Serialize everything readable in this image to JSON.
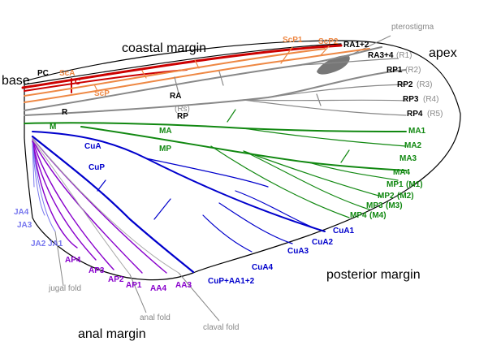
{
  "figure": {
    "regions": {
      "coastal_margin": "coastal margin",
      "apex": "apex",
      "base": "base",
      "posterior_margin": "posterior margin",
      "anal_margin": "anal margin"
    },
    "annotations": {
      "pterostigma": "pterostigma",
      "jugal_fold": "jugal fold",
      "anal_fold": "anal fold",
      "claval_fold": "claval fold"
    },
    "veins": {
      "PC": "PC",
      "ScA": "ScA",
      "C": "C",
      "ScP": "ScP",
      "ScP1": "ScP1",
      "ScP2": "ScP2",
      "RA1_2": "RA1+2",
      "RA3_4": "RA3+4",
      "R": "R",
      "RA": "RA",
      "Rs": "(Rs)",
      "RP": "RP",
      "RP1": "RP1",
      "RP2": "RP2",
      "RP3": "RP3",
      "RP4": "RP4",
      "R1": "(R1)",
      "R2": "(R2)",
      "R3": "(R3)",
      "R4": "(R4)",
      "R5": "(R5)",
      "M": "M",
      "MA": "MA",
      "MP": "MP",
      "MA1": "MA1",
      "MA2": "MA2",
      "MA3": "MA3",
      "MA4": "MA4",
      "MP1": "MP1",
      "MP2": "MP2",
      "MP3": "MP3",
      "MP4": "MP4",
      "M1": "(M1)",
      "M2": "(M2)",
      "M3": "(M3)",
      "M4": "(M4)",
      "CuA": "CuA",
      "CuP": "CuP",
      "CuA1": "CuA1",
      "CuA2": "CuA2",
      "CuA3": "CuA3",
      "CuA4": "CuA4",
      "CuP_AA1_2": "CuP+AA1+2",
      "AA3": "AA3",
      "AA4": "AA4",
      "AP1": "AP1",
      "AP2": "AP2",
      "AP3": "AP3",
      "AP4": "AP4",
      "JA1": "JA1",
      "JA2": "JA2",
      "JA3": "JA3",
      "JA4": "JA4"
    },
    "colors": {
      "costal": "#cc0000",
      "subcostal": "#ee8844",
      "radial": "#888888",
      "medial": "#118811",
      "cubital": "#0000cc",
      "anal": "#8800cc",
      "jugal": "#7777ee",
      "outline": "#000000",
      "pterostigma": "#777777"
    }
  }
}
